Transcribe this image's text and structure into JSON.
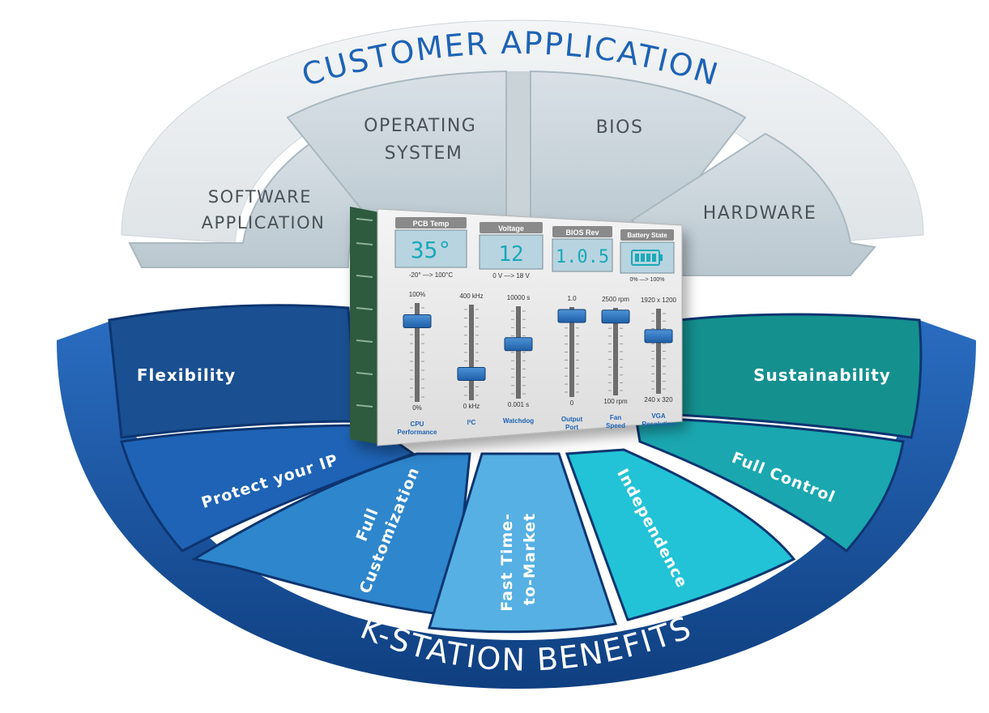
{
  "upper": {
    "title": "CUSTOMER APPLICATION",
    "segments": [
      {
        "line1": "SOFTWARE",
        "line2": "APPLICATION"
      },
      {
        "line1": "OPERATING",
        "line2": "SYSTEM"
      },
      {
        "line1": "BIOS",
        "line2": ""
      },
      {
        "line1": "HARDWARE",
        "line2": ""
      }
    ]
  },
  "lower": {
    "title": "K-STATION BENEFITS",
    "segments": [
      {
        "line1": "Flexibility",
        "line2": "",
        "color": "#1a4f91"
      },
      {
        "line1": "Protect your IP",
        "line2": "",
        "color": "#1e63b5"
      },
      {
        "line1": "Full",
        "line2": "Customization",
        "color": "#2e86cc"
      },
      {
        "line1": "Fast Time-",
        "line2": "to-Market",
        "color": "#56b0e3"
      },
      {
        "line1": "Independence",
        "line2": "",
        "color": "#22c3d6"
      },
      {
        "line1": "Full Control",
        "line2": "",
        "color": "#1aa7b0"
      },
      {
        "line1": "Sustainability",
        "line2": "",
        "color": "#14908f"
      }
    ]
  },
  "panel": {
    "displays": [
      {
        "header": "PCB Temp",
        "value": "35°",
        "range": "-20° —> 100°C"
      },
      {
        "header": "Voltage",
        "value": "12",
        "range": "0 V —> 18 V"
      },
      {
        "header": "BIOS Rev",
        "value": "1.0.5",
        "range": ""
      },
      {
        "header": "Battery State",
        "value": "",
        "range": "0% —> 100%"
      }
    ],
    "sliders": [
      {
        "top": "100%",
        "bottom": "0%",
        "label1": "CPU",
        "label2": "Performance",
        "level": 0.85
      },
      {
        "top": "400 kHz",
        "bottom": "0 kHz",
        "label1": "I²C",
        "label2": "",
        "level": 0.25
      },
      {
        "top": "10000 s",
        "bottom": "0.001 s",
        "label1": "Watchdog",
        "label2": "",
        "level": 0.6
      },
      {
        "top": "1.0",
        "bottom": "0",
        "label1": "Output",
        "label2": "Port",
        "level": 0.95
      },
      {
        "top": "2500 rpm",
        "bottom": "100 rpm",
        "label1": "Fan",
        "label2": "Speed",
        "level": 0.95
      },
      {
        "top": "1920 x 1200",
        "bottom": "240 x 320",
        "label1": "VGA",
        "label2": "Resolution",
        "level": 0.7
      }
    ]
  }
}
